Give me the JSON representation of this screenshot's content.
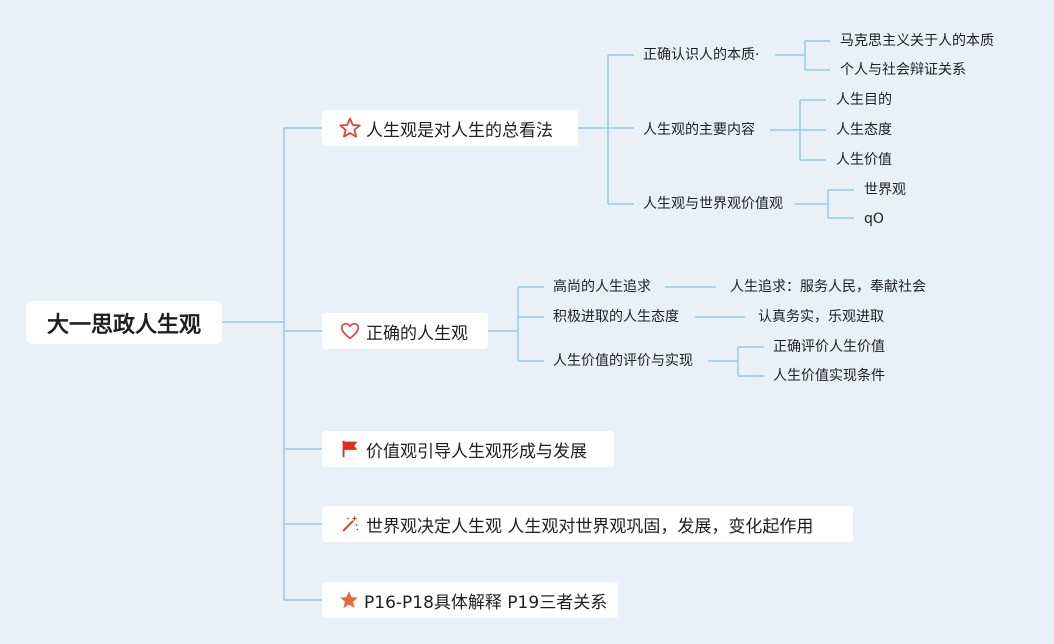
{
  "root": {
    "label": "大一思政人生观"
  },
  "branches": [
    {
      "label": "人生观是对人生的总看法",
      "icon": "star-outline-icon",
      "children": [
        {
          "label": "正确认识人的本质·",
          "children": [
            "马克思主义关于人的本质",
            "个人与社会辩证关系"
          ]
        },
        {
          "label": "人生观的主要内容",
          "children": [
            "人生目的",
            "人生态度",
            "人生价值"
          ]
        },
        {
          "label": "人生观与世界观价值观",
          "children": [
            "世界观",
            "qO"
          ]
        }
      ]
    },
    {
      "label": "正确的人生观",
      "icon": "heart-outline-icon",
      "children": [
        {
          "label": "高尚的人生追求",
          "children": [
            "人生追求：服务人民，奉献社会"
          ]
        },
        {
          "label": "积极进取的人生态度",
          "children": [
            "认真务实，乐观进取"
          ]
        },
        {
          "label": "人生价值的评价与实现",
          "children": [
            "正确评价人生价值",
            "人生价值实现条件"
          ]
        }
      ]
    },
    {
      "label": "价值观引导人生观形成与发展",
      "icon": "red-flag-icon",
      "children": []
    },
    {
      "label": "世界观决定人生观 人生观对世界观巩固，发展，变化起作用",
      "icon": "magic-wand-icon",
      "children": []
    },
    {
      "label": "P16-P18具体解释 P19三者关系",
      "icon": "orange-star-icon",
      "children": []
    }
  ],
  "colors": {
    "background": "#e9f0f8",
    "line": "#8fcbe8",
    "star_outline": "#e8433b",
    "flag": "#e02c20",
    "orange_star": "#e8683a"
  }
}
